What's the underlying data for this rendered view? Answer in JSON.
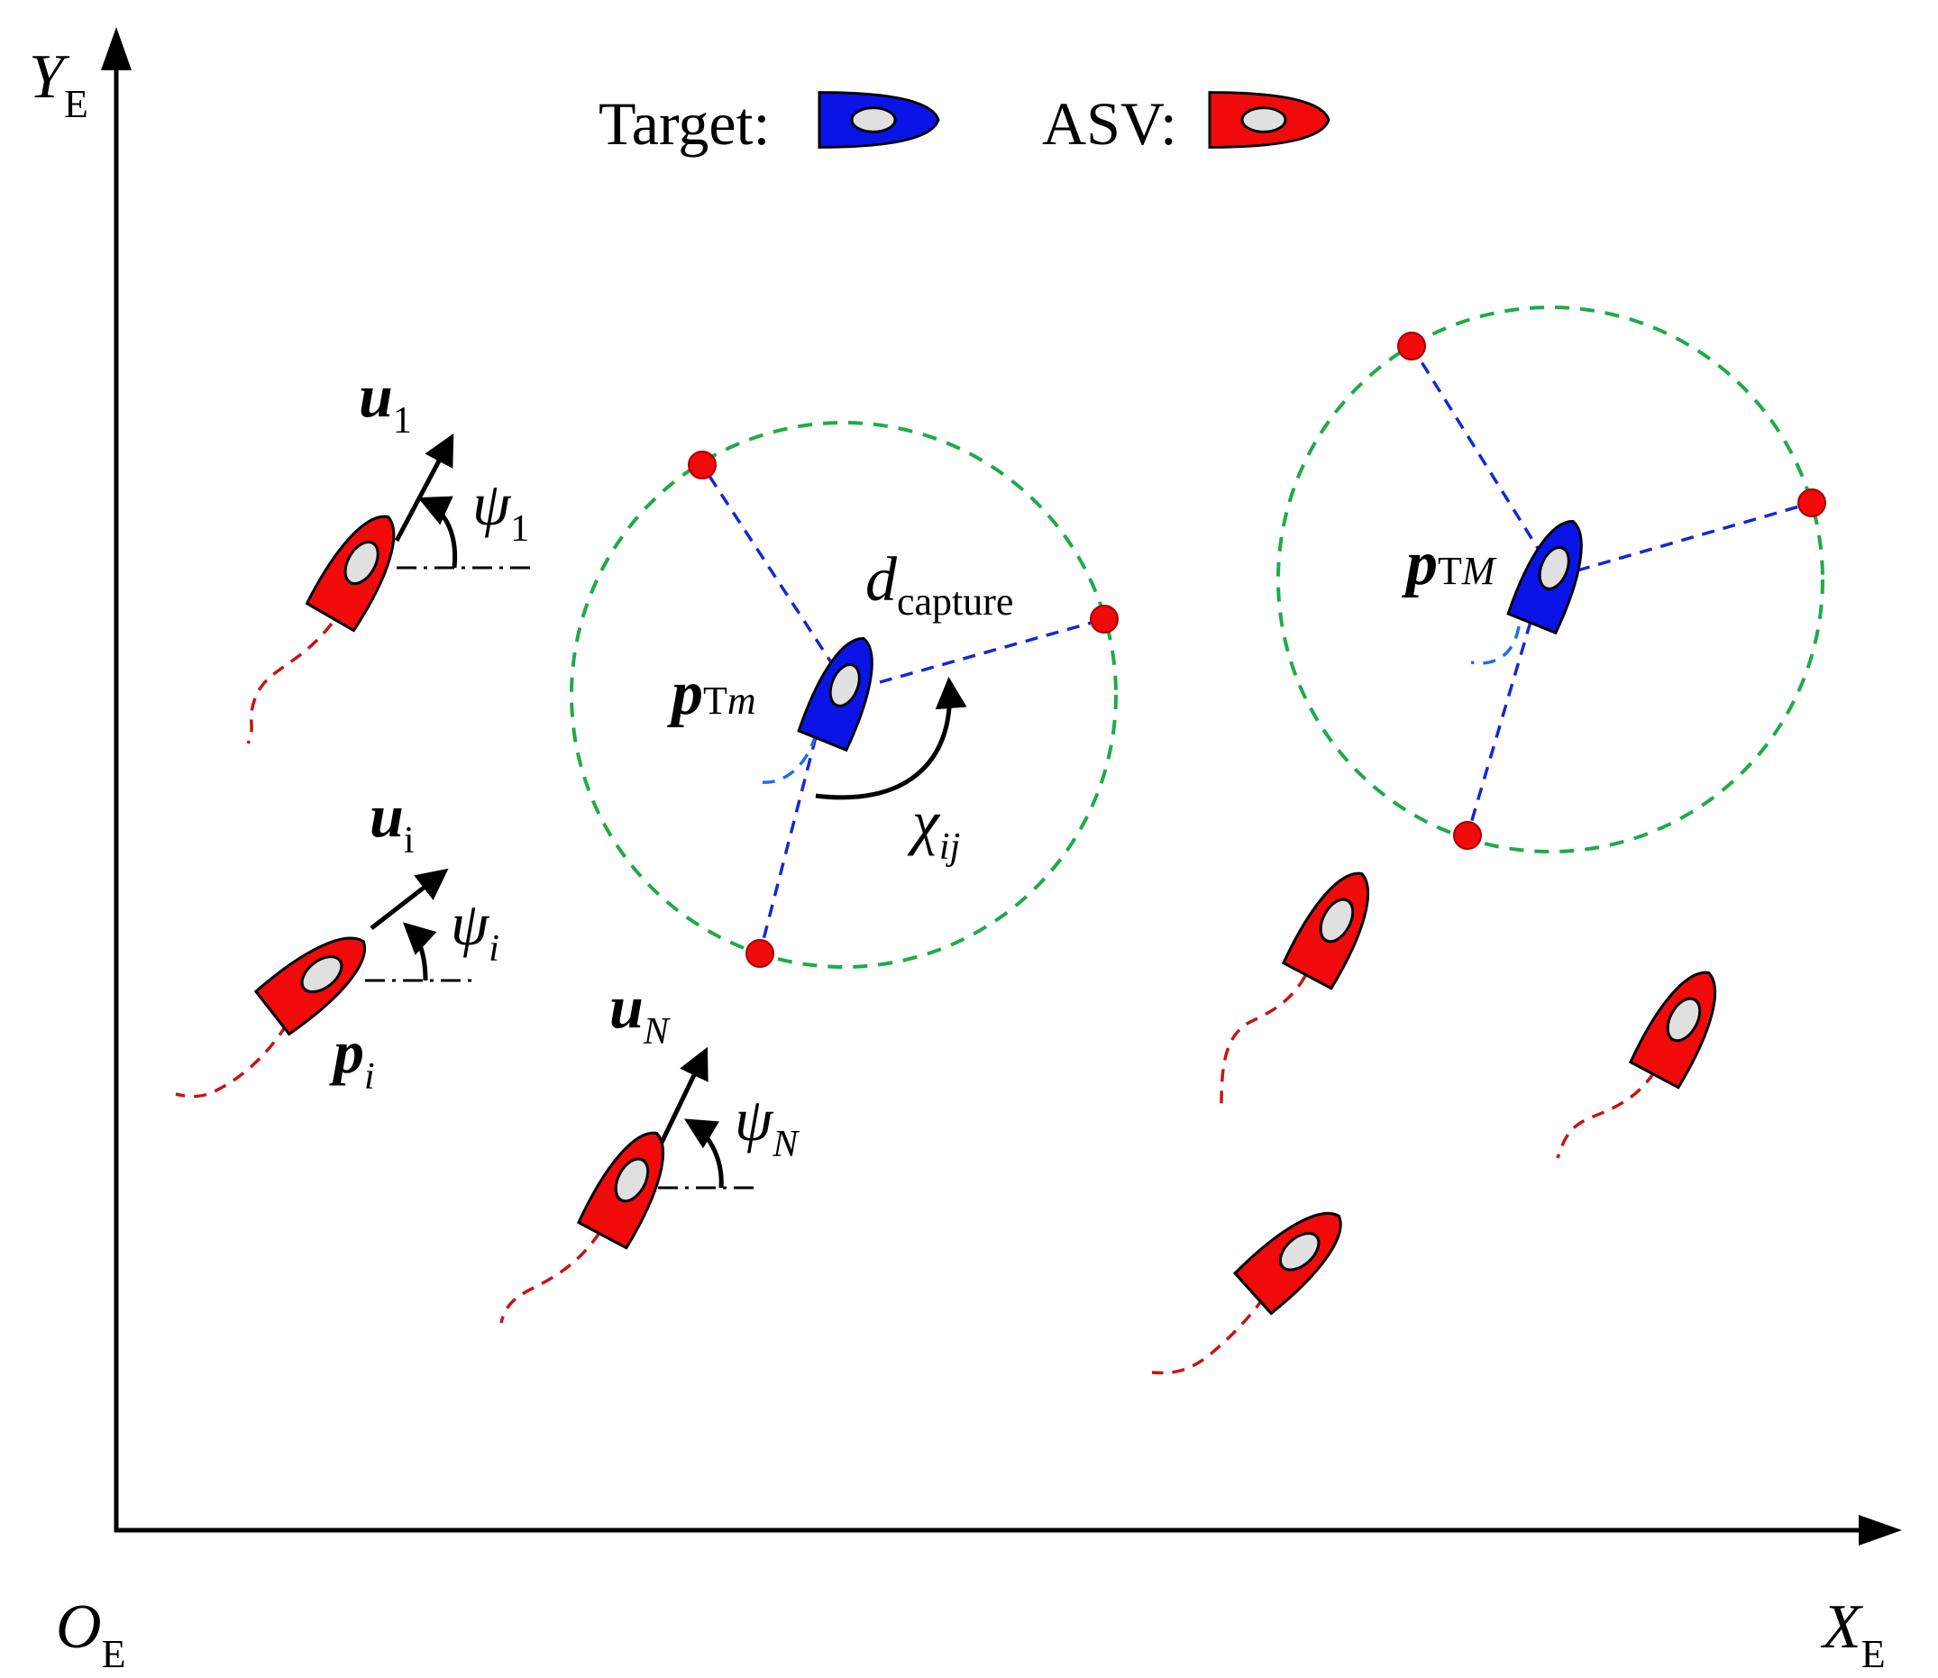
{
  "axes": {
    "y_main": "Y",
    "y_sub": "E",
    "x_main": "X",
    "x_sub": "E",
    "origin_main": "O",
    "origin_sub": "E"
  },
  "legend": {
    "target_label": "Target:",
    "asv_label": "ASV:"
  },
  "labels": {
    "u1_main": "u",
    "u1_sub": "1",
    "psi1_main": "ψ",
    "psi1_sub": "1",
    "ui_main": "u",
    "ui_sub": "i",
    "psii_main": "ψ",
    "psii_sub": "i",
    "pi_main": "p",
    "pi_sub": "i",
    "uN_main": "u",
    "uN_sub": "N",
    "psiN_main": "ψ",
    "psiN_sub": "N",
    "ptm_main": "p",
    "ptm_sub_T": "T",
    "ptm_sub_m": "m",
    "ptM_main": "p",
    "ptM_sub_T": "T",
    "ptM_sub_M": "M",
    "d_main": "d",
    "d_sub": "capture",
    "chi_main": "χ",
    "chi_sub": "ij"
  },
  "colors": {
    "target": "#0a14e6",
    "asv": "#f00a0a",
    "circle": "#1faa4a",
    "link": "#1428d2",
    "trail": "#c81414",
    "axis": "#000000"
  },
  "icons": [
    "target-boat-icon",
    "asv-boat-icon"
  ]
}
